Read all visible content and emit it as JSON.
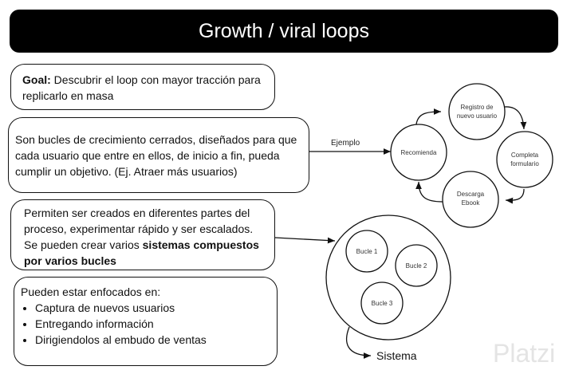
{
  "title": "Growth / viral loops",
  "goal": {
    "label": "Goal:",
    "text": " Descubrir el loop con mayor tracción para replicarlo en masa"
  },
  "definition": "Son bucles de crecimiento cerrados, diseñados para que cada usuario que entre en ellos, de inicio a fin, pueda cumplir un objetivo. (Ej. Atraer más usuarios)",
  "creation": {
    "text": "Permiten ser creados en diferentes partes del proceso, experimentar rápido y ser escalados. Se pueden crear varios ",
    "bold": "sistemas compuestos por varios bucles"
  },
  "focus": {
    "heading": "Pueden estar enfocados en:",
    "items": [
      "Captura de nuevos usuarios",
      "Entregando información",
      "Dirigiendolos al embudo de ventas"
    ]
  },
  "example_label": "Ejemplo",
  "loop": {
    "recomienda": "Recomienda",
    "registro": [
      "Registro de",
      "nuevo usuario"
    ],
    "completa": [
      "Completa",
      "formulario"
    ],
    "descarga": [
      "Descarga",
      "Ebook"
    ]
  },
  "system": {
    "bucles": [
      "Bucle 1",
      "Bucle 2",
      "Bucle 3"
    ],
    "label": "Sistema"
  },
  "watermark": "Platzi"
}
